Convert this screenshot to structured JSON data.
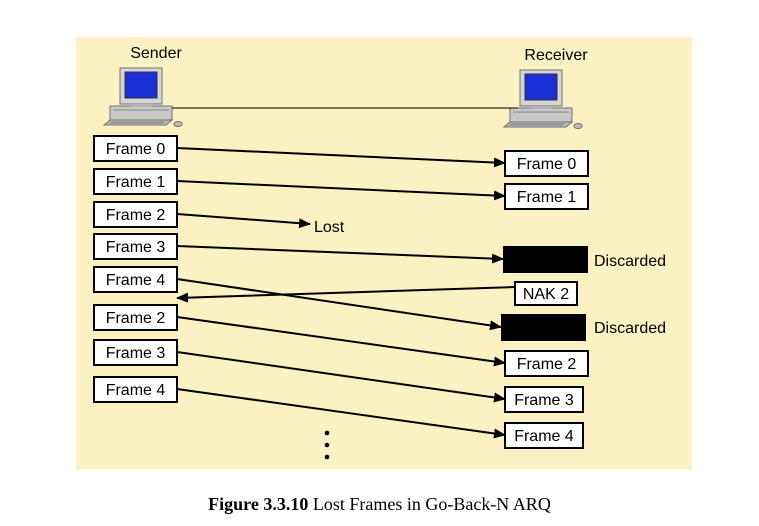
{
  "sender_label": "Sender",
  "receiver_label": "Receiver",
  "sender_frames": [
    "Frame 0",
    "Frame 1",
    "Frame 2",
    "Frame 3",
    "Frame 4",
    "Frame 2",
    "Frame 3",
    "Frame 4"
  ],
  "receiver_frames": [
    "Frame 0",
    "Frame 1",
    "Frame 2",
    "Frame 3",
    "Frame 4"
  ],
  "lost_label": "Lost",
  "nak_label": "NAK 2",
  "discarded_label": "Discarded",
  "continuation": "⋮",
  "caption": {
    "number": "Figure 3.3.10",
    "text": "Lost Frames in Go-Back-N ARQ"
  },
  "colors": {
    "panel": "#fbf1c2",
    "screen": "#1a2fd6",
    "discarded_box": "#000000"
  },
  "icons": [
    "computer-icon"
  ]
}
